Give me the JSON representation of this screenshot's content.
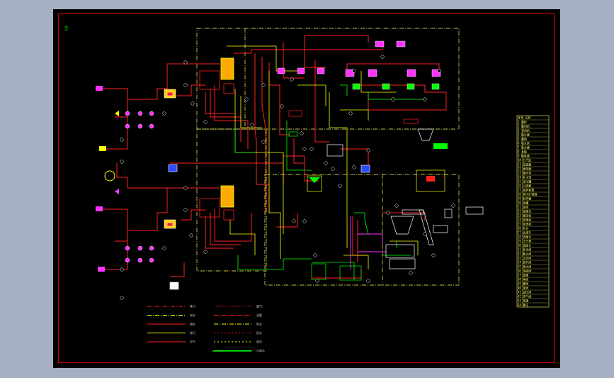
{
  "colors": {
    "background": "#a7b0c3",
    "sheet": "#000000",
    "border": "#e00000",
    "equipment": "#ffffff",
    "pipe_red": "#ff2020",
    "pipe_yellow": "#ffff00",
    "pipe_green": "#00ff00",
    "pipe_magenta": "#ff33ff",
    "pipe_blue": "#2a4bff",
    "callout": "#ffffff"
  },
  "corner_mark": "图号",
  "legend": [
    {
      "label": "蒸汽",
      "color": "#ff2020",
      "style": "dash-dot"
    },
    {
      "label": "给水",
      "color": "#ffff00",
      "style": "dash-dot"
    },
    {
      "label": "凝水",
      "color": "#ff2020",
      "style": "solid-y"
    },
    {
      "label": "排污",
      "color": "#ffff00",
      "style": "solid"
    },
    {
      "label": "空气",
      "color": "#ff2020",
      "style": "solid"
    },
    {
      "label": "烟气",
      "color": "#ff2020",
      "style": "dot"
    },
    {
      "label": "油管",
      "color": "#ff2020",
      "style": "dash-dot"
    },
    {
      "label": "热水",
      "color": "#ffff00",
      "style": "dash-dot"
    },
    {
      "label": "回水",
      "color": "#ff2020",
      "style": "dots"
    },
    {
      "label": "放空",
      "color": "#ffff00",
      "style": "dots"
    },
    {
      "label": "冷却水",
      "color": "#00ff00",
      "style": "solid"
    }
  ],
  "equipment_table": {
    "title": "序号 名称",
    "row_count": 44,
    "rows": [
      "1 锅炉",
      "2 鼓风机",
      "3 引风机",
      "4 除尘器",
      "5 烟囱",
      "6 给水泵",
      "7 软水器",
      "8 水箱",
      "9 除氧器",
      "10 分汽缸",
      "11 减温器",
      "12 换热器",
      "13 循环泵",
      "14 补水泵",
      "15 定压罐",
      "16 过滤器",
      "17 加药装置",
      "18 排污扩容器",
      "19 取样器",
      "20 油罐",
      "21 油泵",
      "22 储煤仓",
      "23 输送机",
      "24 碎煤机",
      "25 除渣机",
      "26 灰仓",
      "27 运渣车",
      "28 流量计",
      "29 压力表",
      "30 温度计",
      "31 安全阀",
      "32 截止阀",
      "33 止回阀",
      "34 调节阀",
      "35 疏水阀",
      "36 电磁阀",
      "37 旋塞",
      "38 闸阀",
      "39 蝶阀",
      "40 球阀",
      "41 减压阀",
      "42 排气阀",
      "43 视镜",
      "44 备注"
    ]
  }
}
